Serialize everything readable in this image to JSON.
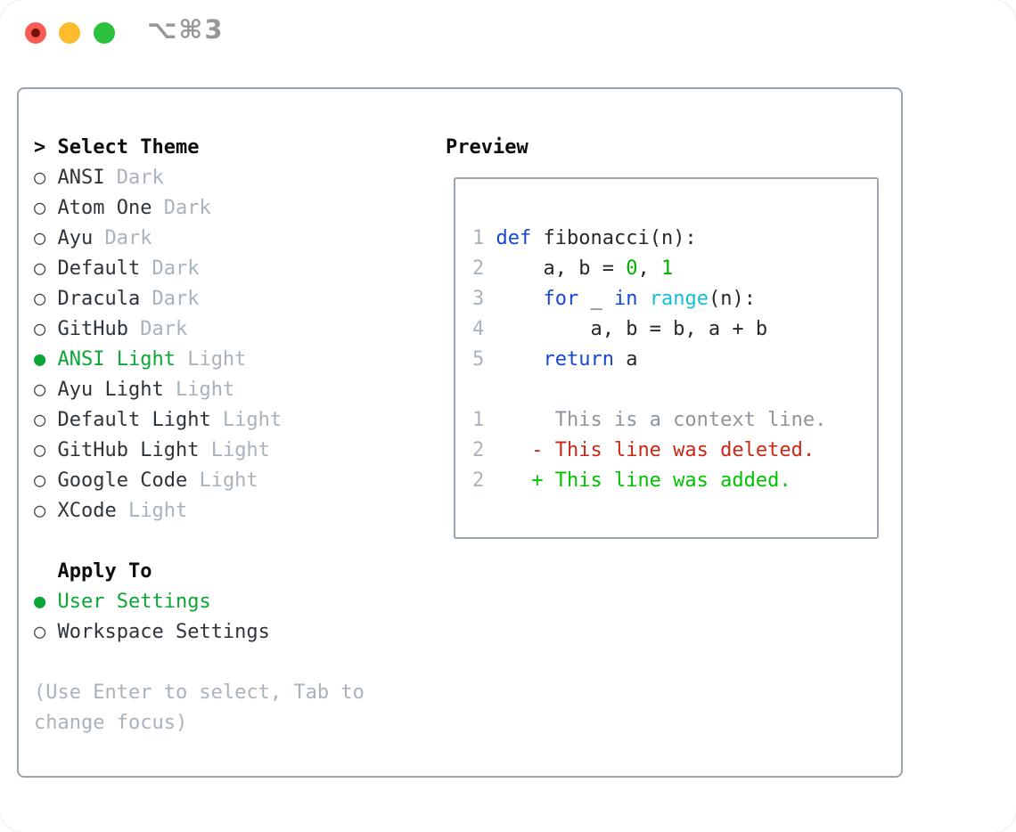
{
  "titlebar": {
    "shortcut": "⌥⌘3",
    "buttons": [
      "close",
      "minimize",
      "zoom"
    ]
  },
  "theme_picker": {
    "prompt": "> ",
    "title": "Select Theme",
    "unselected_marker": "○ ",
    "selected_marker": "● ",
    "themes": [
      {
        "name": "ANSI",
        "variant": "Dark",
        "selected": false
      },
      {
        "name": "Atom One",
        "variant": "Dark",
        "selected": false
      },
      {
        "name": "Ayu",
        "variant": "Dark",
        "selected": false
      },
      {
        "name": "Default",
        "variant": "Dark",
        "selected": false
      },
      {
        "name": "Dracula",
        "variant": "Dark",
        "selected": false
      },
      {
        "name": "GitHub",
        "variant": "Dark",
        "selected": false
      },
      {
        "name": "ANSI Light",
        "variant": "Light",
        "selected": true
      },
      {
        "name": "Ayu Light",
        "variant": "Light",
        "selected": false
      },
      {
        "name": "Default Light",
        "variant": "Light",
        "selected": false
      },
      {
        "name": "GitHub Light",
        "variant": "Light",
        "selected": false
      },
      {
        "name": "Google Code",
        "variant": "Light",
        "selected": false
      },
      {
        "name": "XCode",
        "variant": "Light",
        "selected": false
      }
    ],
    "apply_to": {
      "indent": "  ",
      "title": "Apply To",
      "options": [
        {
          "label": "User Settings",
          "selected": true
        },
        {
          "label": "Workspace Settings",
          "selected": false
        }
      ]
    },
    "hint_lines": [
      "(Use Enter to select, Tab to",
      "change focus)"
    ]
  },
  "preview": {
    "title": "Preview",
    "code_lines": [
      {
        "n": "1",
        "s": [
          {
            "t": " ",
            "c": "fg"
          },
          {
            "t": "def",
            "c": "kw"
          },
          {
            "t": " fibonacci(n):",
            "c": "fg"
          }
        ]
      },
      {
        "n": "2",
        "s": [
          {
            "t": "     a, b = ",
            "c": "fg"
          },
          {
            "t": "0",
            "c": "lit"
          },
          {
            "t": ", ",
            "c": "fg"
          },
          {
            "t": "1",
            "c": "lit"
          }
        ]
      },
      {
        "n": "3",
        "s": [
          {
            "t": "     ",
            "c": "fg"
          },
          {
            "t": "for",
            "c": "kw"
          },
          {
            "t": " _ ",
            "c": "fg"
          },
          {
            "t": "in",
            "c": "kw"
          },
          {
            "t": " ",
            "c": "fg"
          },
          {
            "t": "range",
            "c": "fn"
          },
          {
            "t": "(n):",
            "c": "fg"
          }
        ]
      },
      {
        "n": "4",
        "s": [
          {
            "t": "         a, b = b, a + b",
            "c": "fg"
          }
        ]
      },
      {
        "n": "5",
        "s": [
          {
            "t": "     ",
            "c": "fg"
          },
          {
            "t": "return",
            "c": "kw"
          },
          {
            "t": " a",
            "c": "fg"
          }
        ]
      },
      {
        "n": "",
        "s": []
      },
      {
        "n": "1",
        "s": [
          {
            "t": "      This is a context line.",
            "c": "ctx"
          }
        ]
      },
      {
        "n": "2",
        "s": [
          {
            "t": "    ",
            "c": "fg"
          },
          {
            "t": "- This line was deleted.",
            "c": "del"
          }
        ]
      },
      {
        "n": "2",
        "s": [
          {
            "t": "    ",
            "c": "fg"
          },
          {
            "t": "+ This line was added.",
            "c": "add"
          }
        ]
      }
    ]
  },
  "colors": {
    "selection_green": "#0ca636",
    "keyword_blue": "#1647cf",
    "function_cyan": "#14bed6",
    "literal_green": "#00b100",
    "added_green": "#00c300",
    "deleted_red": "#cc2616",
    "context_gray": "#8e969d",
    "muted_gray": "#a9b3bd",
    "text_dark": "#2e343b",
    "border_gray": "#9aa4af",
    "traffic_red": "#f85c52",
    "traffic_yellow": "#fdbc2e",
    "traffic_green": "#2bc03e"
  }
}
